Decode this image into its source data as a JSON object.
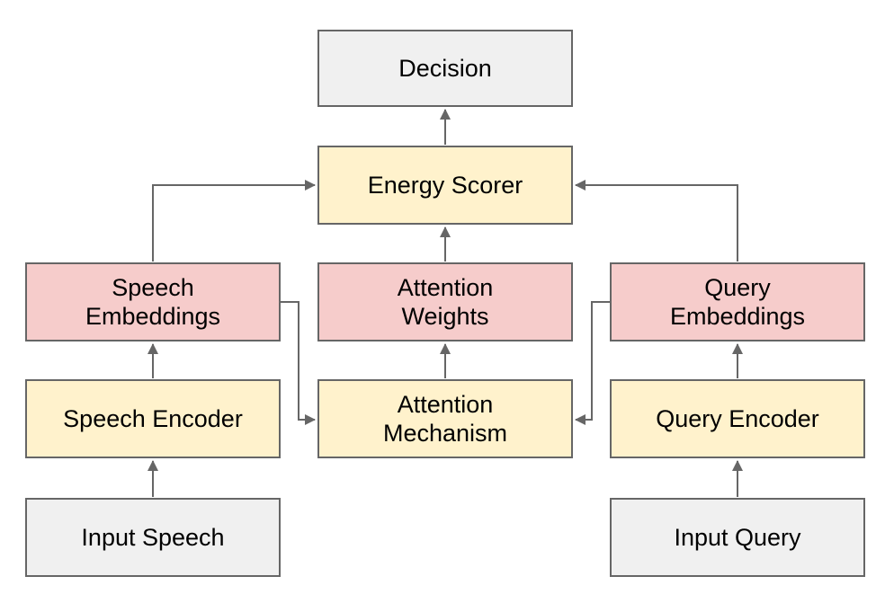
{
  "diagram": {
    "nodes": {
      "decision": {
        "label": "Decision",
        "color": "gray"
      },
      "energy_scorer": {
        "label": "Energy Scorer",
        "color": "yellow"
      },
      "speech_embeddings": {
        "label": "Speech\nEmbeddings",
        "color": "red"
      },
      "attention_weights": {
        "label": "Attention\nWeights",
        "color": "red"
      },
      "query_embeddings": {
        "label": "Query\nEmbeddings",
        "color": "red"
      },
      "speech_encoder": {
        "label": "Speech Encoder",
        "color": "yellow"
      },
      "attention_mechanism": {
        "label": "Attention\nMechanism",
        "color": "yellow"
      },
      "query_encoder": {
        "label": "Query Encoder",
        "color": "yellow"
      },
      "input_speech": {
        "label": "Input Speech",
        "color": "gray"
      },
      "input_query": {
        "label": "Input Query",
        "color": "gray"
      }
    },
    "edges": [
      {
        "from": "input_speech",
        "to": "speech_encoder"
      },
      {
        "from": "speech_encoder",
        "to": "speech_embeddings"
      },
      {
        "from": "speech_embeddings",
        "to": "energy_scorer"
      },
      {
        "from": "speech_embeddings",
        "to": "attention_mechanism"
      },
      {
        "from": "input_query",
        "to": "query_encoder"
      },
      {
        "from": "query_encoder",
        "to": "query_embeddings"
      },
      {
        "from": "query_embeddings",
        "to": "energy_scorer"
      },
      {
        "from": "query_embeddings",
        "to": "attention_mechanism"
      },
      {
        "from": "attention_mechanism",
        "to": "attention_weights"
      },
      {
        "from": "attention_weights",
        "to": "energy_scorer"
      },
      {
        "from": "energy_scorer",
        "to": "decision"
      }
    ],
    "palette": {
      "gray_fill": "#f0f0f0",
      "yellow_fill": "#fff2cc",
      "red_fill": "#f6cccb",
      "border": "#666666",
      "arrow": "#666666",
      "text": "#000000",
      "background": "#ffffff"
    }
  }
}
